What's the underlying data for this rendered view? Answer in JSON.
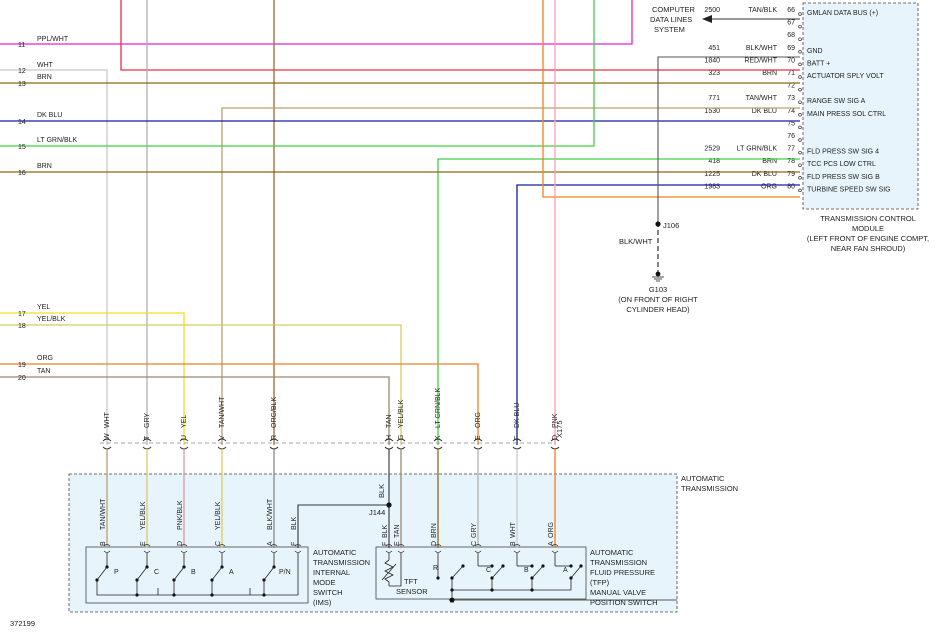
{
  "diagram_id": "372199",
  "tcm": {
    "label_lines": [
      "TRANSMISSION CONTROL",
      "MODULE",
      "(LEFT FRONT OF ENGINE COMPT,",
      "NEAR FAN SHROUD)"
    ],
    "pins": [
      {
        "pin": "66",
        "circuit": "2500",
        "color": "TAN/BLK",
        "function": "GMLAN DATA BUS (+)"
      },
      {
        "pin": "67",
        "circuit": "",
        "color": "",
        "function": ""
      },
      {
        "pin": "68",
        "circuit": "",
        "color": "",
        "function": ""
      },
      {
        "pin": "69",
        "circuit": "451",
        "color": "BLK/WHT",
        "function": "GND"
      },
      {
        "pin": "70",
        "circuit": "1840",
        "color": "RED/WHT",
        "function": "BATT +"
      },
      {
        "pin": "71",
        "circuit": "323",
        "color": "BRN",
        "function": "ACTUATOR SPLY VOLT"
      },
      {
        "pin": "72",
        "circuit": "",
        "color": "",
        "function": ""
      },
      {
        "pin": "73",
        "circuit": "771",
        "color": "TAN/WHT",
        "function": "RANGE SW SIG A"
      },
      {
        "pin": "74",
        "circuit": "1530",
        "color": "DK BLU",
        "function": "MAIN PRESS SOL CTRL"
      },
      {
        "pin": "75",
        "circuit": "",
        "color": "",
        "function": ""
      },
      {
        "pin": "76",
        "circuit": "",
        "color": "",
        "function": ""
      },
      {
        "pin": "77",
        "circuit": "2529",
        "color": "LT GRN/BLK",
        "function": "FLD PRESS SW SIG 4"
      },
      {
        "pin": "78",
        "circuit": "418",
        "color": "BRN",
        "function": "TCC PCS LOW CTRL"
      },
      {
        "pin": "79",
        "circuit": "1225",
        "color": "DK BLU",
        "function": "FLD PRESS SW SIG B"
      },
      {
        "pin": "80",
        "circuit": "1983",
        "color": "ORG",
        "function": "TURBINE SPEED SW SIG"
      }
    ]
  },
  "data_lines_label": [
    "COMPUTER",
    "DATA LINES",
    "SYSTEM"
  ],
  "ground": {
    "splice": "J106",
    "wire": "BLK/WHT",
    "name": "G103",
    "location": [
      "(ON FRONT OF RIGHT",
      "CYLINDER HEAD)"
    ]
  },
  "left_wires": [
    {
      "num": "11",
      "color": "PPL/WHT"
    },
    {
      "num": "12",
      "color": "WHT"
    },
    {
      "num": "13",
      "color": "BRN"
    },
    {
      "num": "14",
      "color": "DK BLU"
    },
    {
      "num": "15",
      "color": "LT GRN/BLK"
    },
    {
      "num": "16",
      "color": "BRN"
    },
    {
      "num": "17",
      "color": "YEL"
    },
    {
      "num": "18",
      "color": "YEL/BLK"
    },
    {
      "num": "19",
      "color": "ORG"
    },
    {
      "num": "20",
      "color": "TAN"
    }
  ],
  "connector_x175": {
    "name": "X175",
    "pins": [
      {
        "pin": "W",
        "color": "WHT"
      },
      {
        "pin": "T",
        "color": "GRY"
      },
      {
        "pin": "U",
        "color": "YEL"
      },
      {
        "pin": "V",
        "color": "TAN/WHT"
      },
      {
        "pin": "R",
        "color": "ORG/BLK"
      },
      {
        "pin": "H",
        "color": "TAN"
      },
      {
        "pin": "G",
        "color": "YEL/BLK"
      },
      {
        "pin": "K",
        "color": "LT GRN/BLK"
      },
      {
        "pin": "E",
        "color": "ORG"
      },
      {
        "pin": "F",
        "color": "DK BLU"
      },
      {
        "pin": "D",
        "color": "PNK"
      }
    ]
  },
  "auto_trans_label": [
    "AUTOMATIC",
    "TRANSMISSION"
  ],
  "ims": {
    "label": [
      "AUTOMATIC",
      "TRANSMISSION",
      "INTERNAL",
      "MODE",
      "SWITCH",
      "(IMS)"
    ],
    "pins": [
      {
        "pin": "B",
        "color": "TAN/WHT"
      },
      {
        "pin": "E",
        "color": "YEL/BLK"
      },
      {
        "pin": "D",
        "color": "PNK/BLK"
      },
      {
        "pin": "C",
        "color": "YEL/BLK"
      },
      {
        "pin": "A",
        "color": "BLK/WHT"
      },
      {
        "pin": "F",
        "color": "BLK"
      }
    ],
    "switch_labels": [
      "P",
      "C",
      "B",
      "A",
      "P/N"
    ]
  },
  "splice_j144": {
    "name": "J144",
    "wire": "BLK"
  },
  "tft": {
    "label": [
      "TFT",
      "SENSOR"
    ],
    "pins": [
      {
        "pin": "F",
        "color": "BLK"
      },
      {
        "pin": "E",
        "color": "TAN"
      }
    ]
  },
  "tfp": {
    "label": [
      "AUTOMATIC",
      "TRANSMISSION",
      "FLUID PRESSURE",
      "(TFP)",
      "MANUAL VALVE",
      "POSITION SWITCH"
    ],
    "pins": [
      {
        "pin": "D",
        "color": "BRN"
      },
      {
        "pin": "C",
        "color": "GRY"
      },
      {
        "pin": "B",
        "color": "WHT"
      },
      {
        "pin": "A",
        "color": "ORG"
      }
    ],
    "switch_labels": [
      "R",
      "C",
      "B",
      "A"
    ]
  }
}
